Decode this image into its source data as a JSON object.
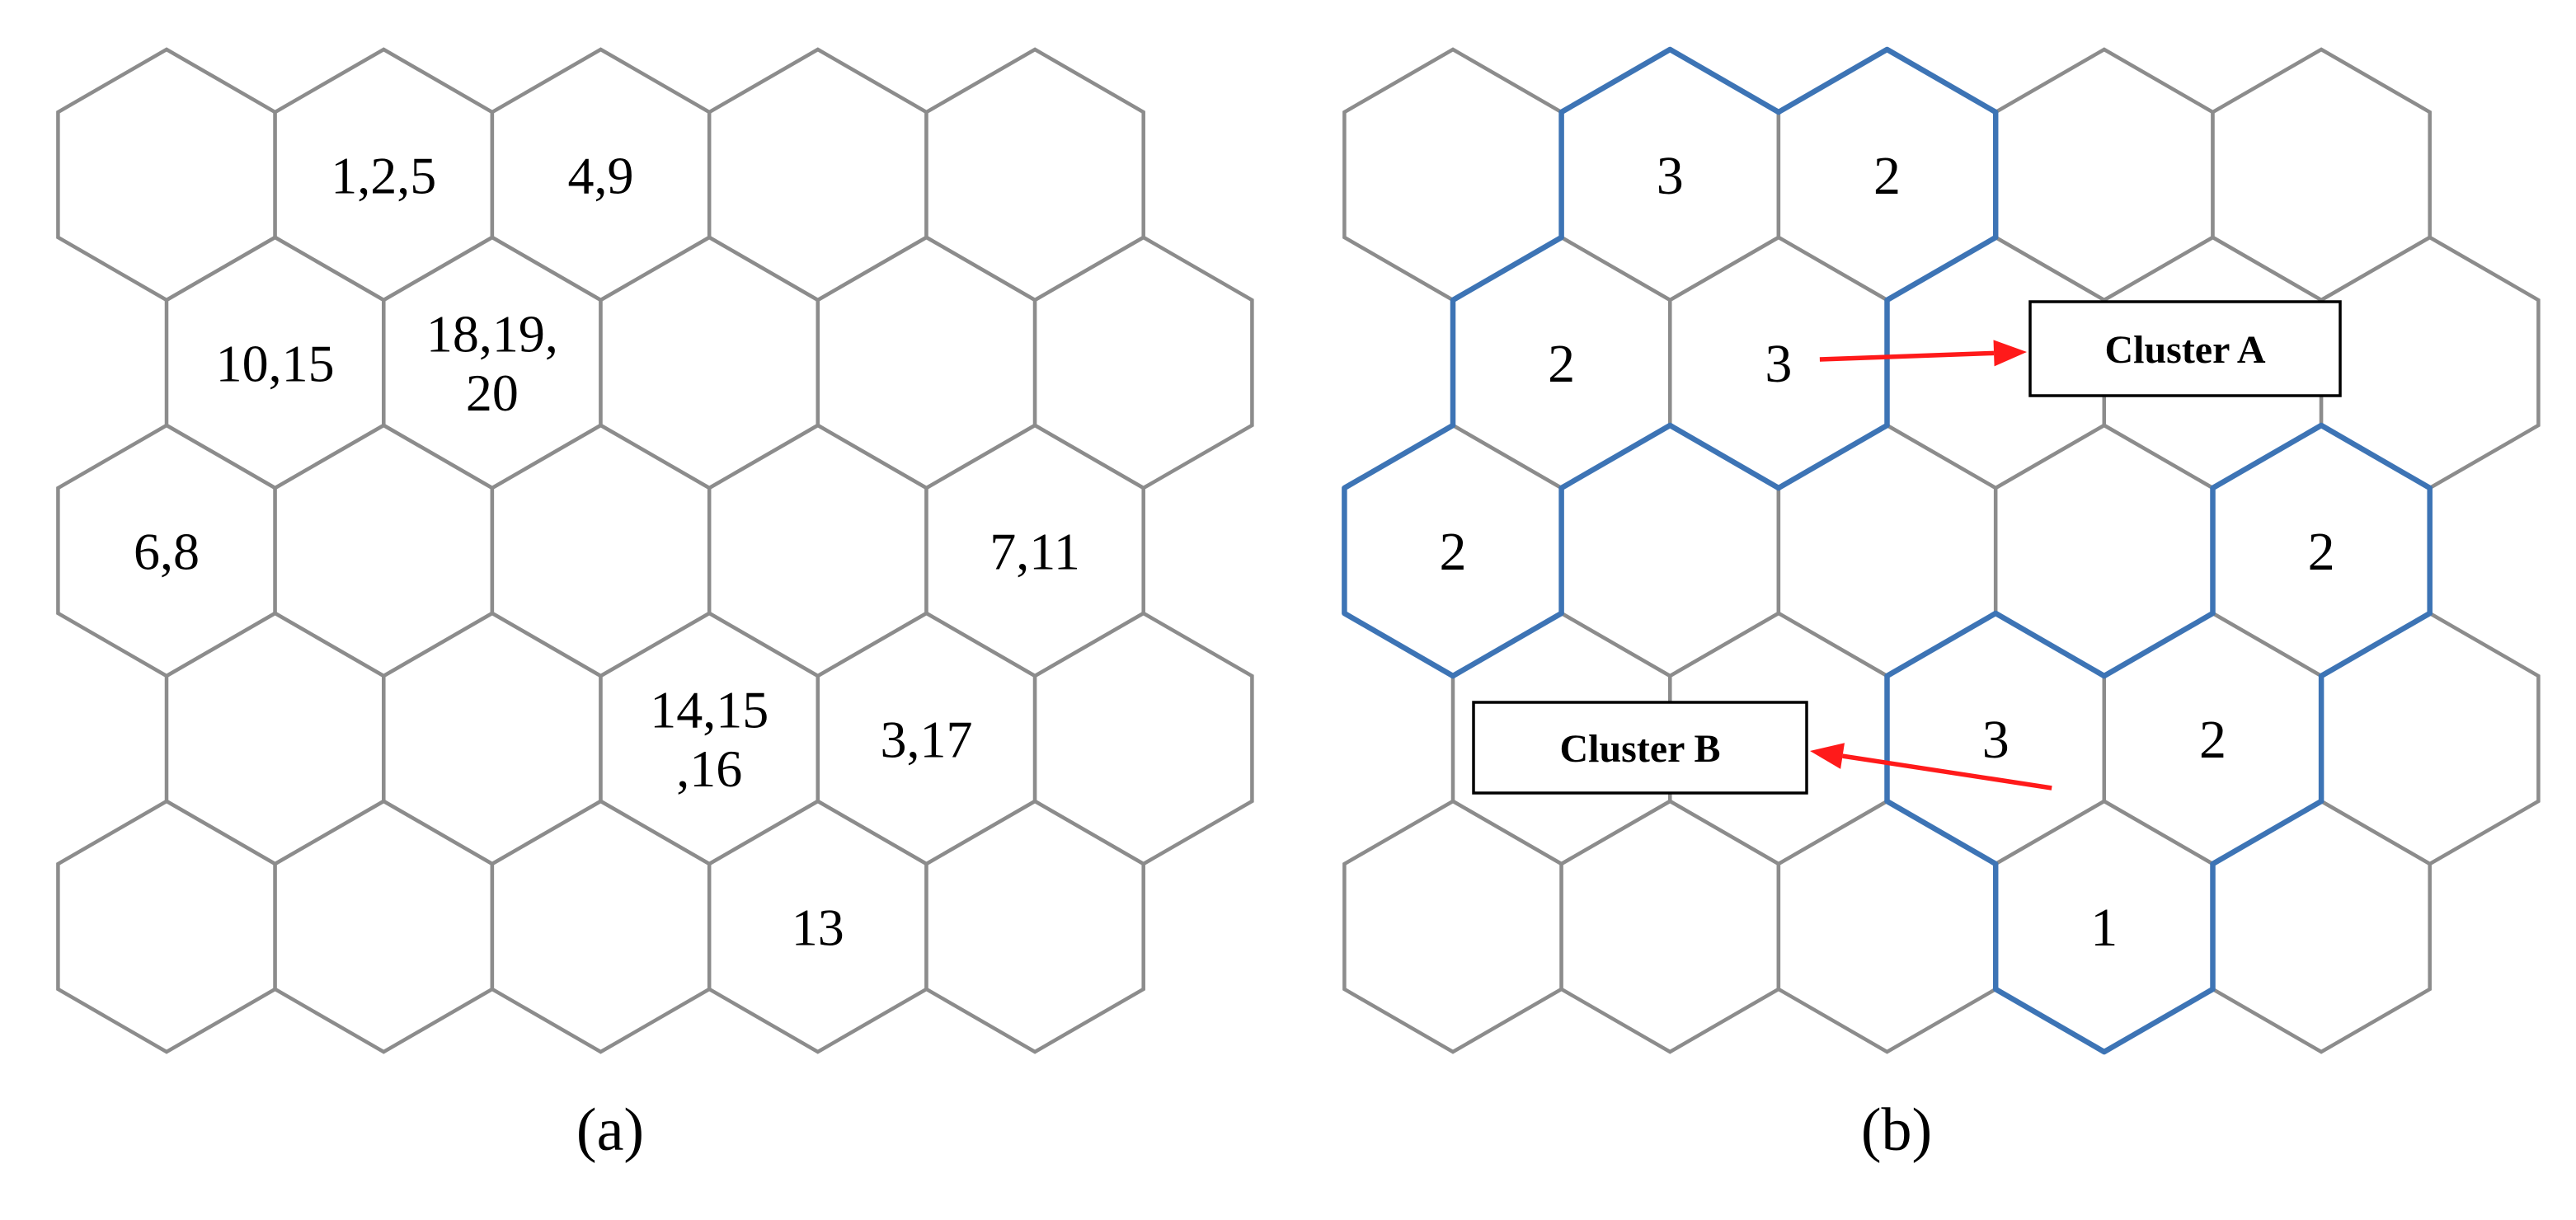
{
  "panels": [
    {
      "id": "a",
      "caption": "(a)",
      "cells": [
        {
          "row": 0,
          "col": 1,
          "lines": [
            "1,2,5"
          ]
        },
        {
          "row": 0,
          "col": 2,
          "lines": [
            "4,9"
          ]
        },
        {
          "row": 1,
          "col": 0,
          "lines": [
            "10,15"
          ]
        },
        {
          "row": 1,
          "col": 1,
          "lines": [
            "18,19,",
            "20"
          ]
        },
        {
          "row": 2,
          "col": 0,
          "lines": [
            "6,8"
          ]
        },
        {
          "row": 2,
          "col": 4,
          "lines": [
            "7,11"
          ]
        },
        {
          "row": 3,
          "col": 2,
          "lines": [
            "14,15",
            ",16"
          ]
        },
        {
          "row": 3,
          "col": 3,
          "lines": [
            "3,17"
          ]
        },
        {
          "row": 4,
          "col": 3,
          "lines": [
            "13"
          ]
        }
      ]
    },
    {
      "id": "b",
      "caption": "(b)",
      "cells": [
        {
          "row": 0,
          "col": 1,
          "lines": [
            "3"
          ]
        },
        {
          "row": 0,
          "col": 2,
          "lines": [
            "2"
          ]
        },
        {
          "row": 1,
          "col": 0,
          "lines": [
            "2"
          ]
        },
        {
          "row": 1,
          "col": 1,
          "lines": [
            "3"
          ]
        },
        {
          "row": 2,
          "col": 0,
          "lines": [
            "2"
          ]
        },
        {
          "row": 2,
          "col": 4,
          "lines": [
            "2"
          ]
        },
        {
          "row": 3,
          "col": 2,
          "lines": [
            "3"
          ]
        },
        {
          "row": 3,
          "col": 3,
          "lines": [
            "2"
          ]
        },
        {
          "row": 4,
          "col": 3,
          "lines": [
            "1"
          ]
        }
      ],
      "clusters": [
        {
          "label": "Cluster A",
          "cells": [
            [
              0,
              1
            ],
            [
              0,
              2
            ],
            [
              1,
              0
            ],
            [
              1,
              1
            ],
            [
              2,
              0
            ]
          ],
          "arrow_from_cell": [
            1,
            1
          ]
        },
        {
          "label": "Cluster B",
          "cells": [
            [
              2,
              4
            ],
            [
              3,
              2
            ],
            [
              3,
              3
            ],
            [
              4,
              3
            ]
          ],
          "arrow_from_cell": [
            3,
            2
          ]
        }
      ]
    }
  ],
  "colors": {
    "grid": "#8c8c8c",
    "cluster_outline": "#3d74b5",
    "arrow": "#ff1a1a"
  }
}
